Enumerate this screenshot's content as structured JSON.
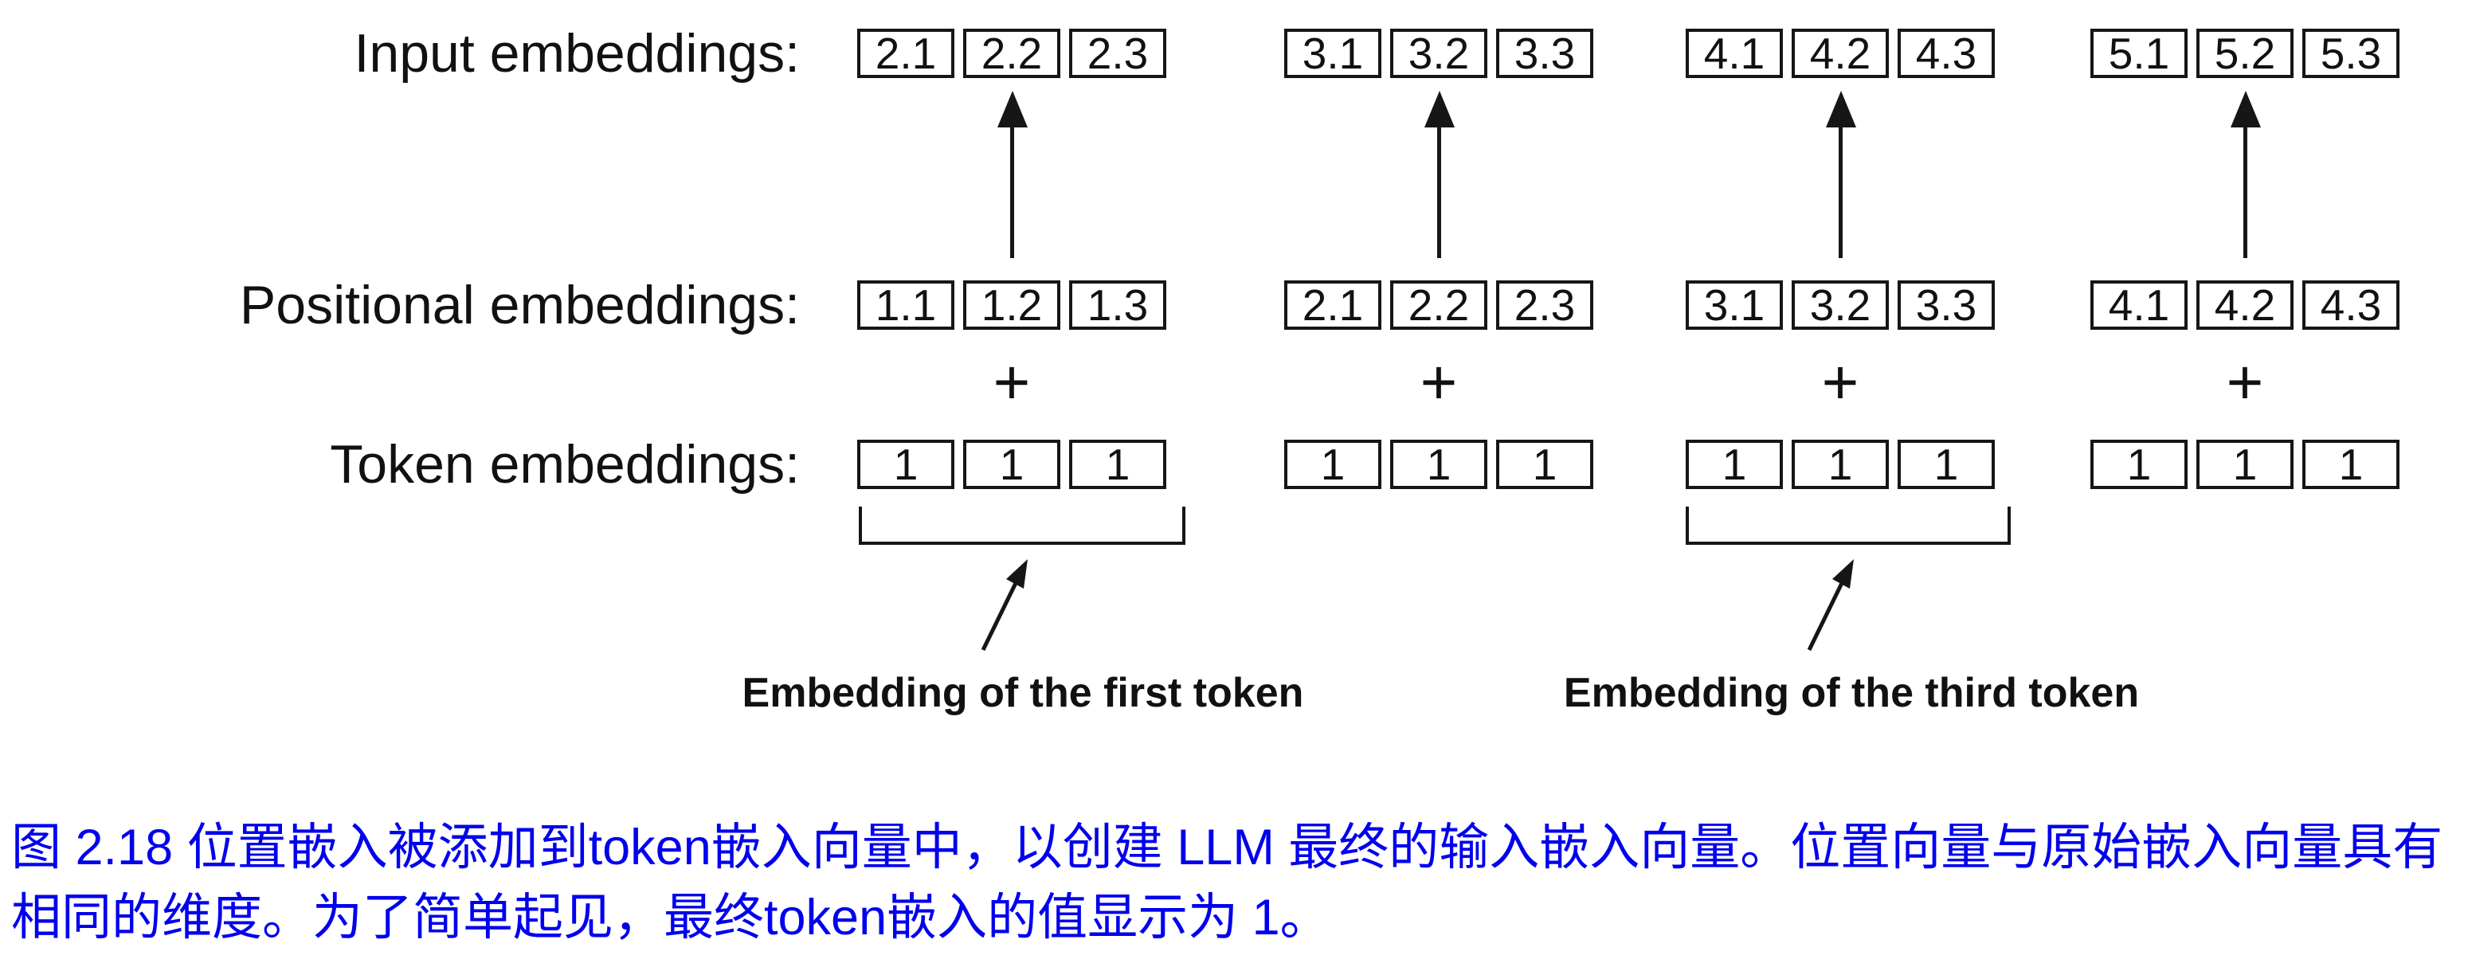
{
  "figure": {
    "rows": [
      {
        "label": "Input embeddings:",
        "groups": [
          [
            "2.1",
            "2.2",
            "2.3"
          ],
          [
            "3.1",
            "3.2",
            "3.3"
          ],
          [
            "4.1",
            "4.2",
            "4.3"
          ],
          [
            "5.1",
            "5.2",
            "5.3"
          ]
        ]
      },
      {
        "label": "Positional embeddings:",
        "groups": [
          [
            "1.1",
            "1.2",
            "1.3"
          ],
          [
            "2.1",
            "2.2",
            "2.3"
          ],
          [
            "3.1",
            "3.2",
            "3.3"
          ],
          [
            "4.1",
            "4.2",
            "4.3"
          ]
        ]
      },
      {
        "label": "Token embeddings:",
        "groups": [
          [
            "1",
            "1",
            "1"
          ],
          [
            "1",
            "1",
            "1"
          ],
          [
            "1",
            "1",
            "1"
          ],
          [
            "1",
            "1",
            "1"
          ]
        ]
      }
    ],
    "operator": "+",
    "annotations": [
      "Embedding of the first token",
      "Embedding of the third token"
    ]
  },
  "caption": {
    "text": "图 2.18 位置嵌入被添加到token嵌入向量中，以创建 LLM 最终的输入嵌入向量。位置向量与原始嵌入向量具有相同的维度。为了简单起见，最终token嵌入的值显示为 1。"
  },
  "colors": {
    "ink": "#161616",
    "caption_blue": "#0000ee",
    "background": "#ffffff"
  }
}
